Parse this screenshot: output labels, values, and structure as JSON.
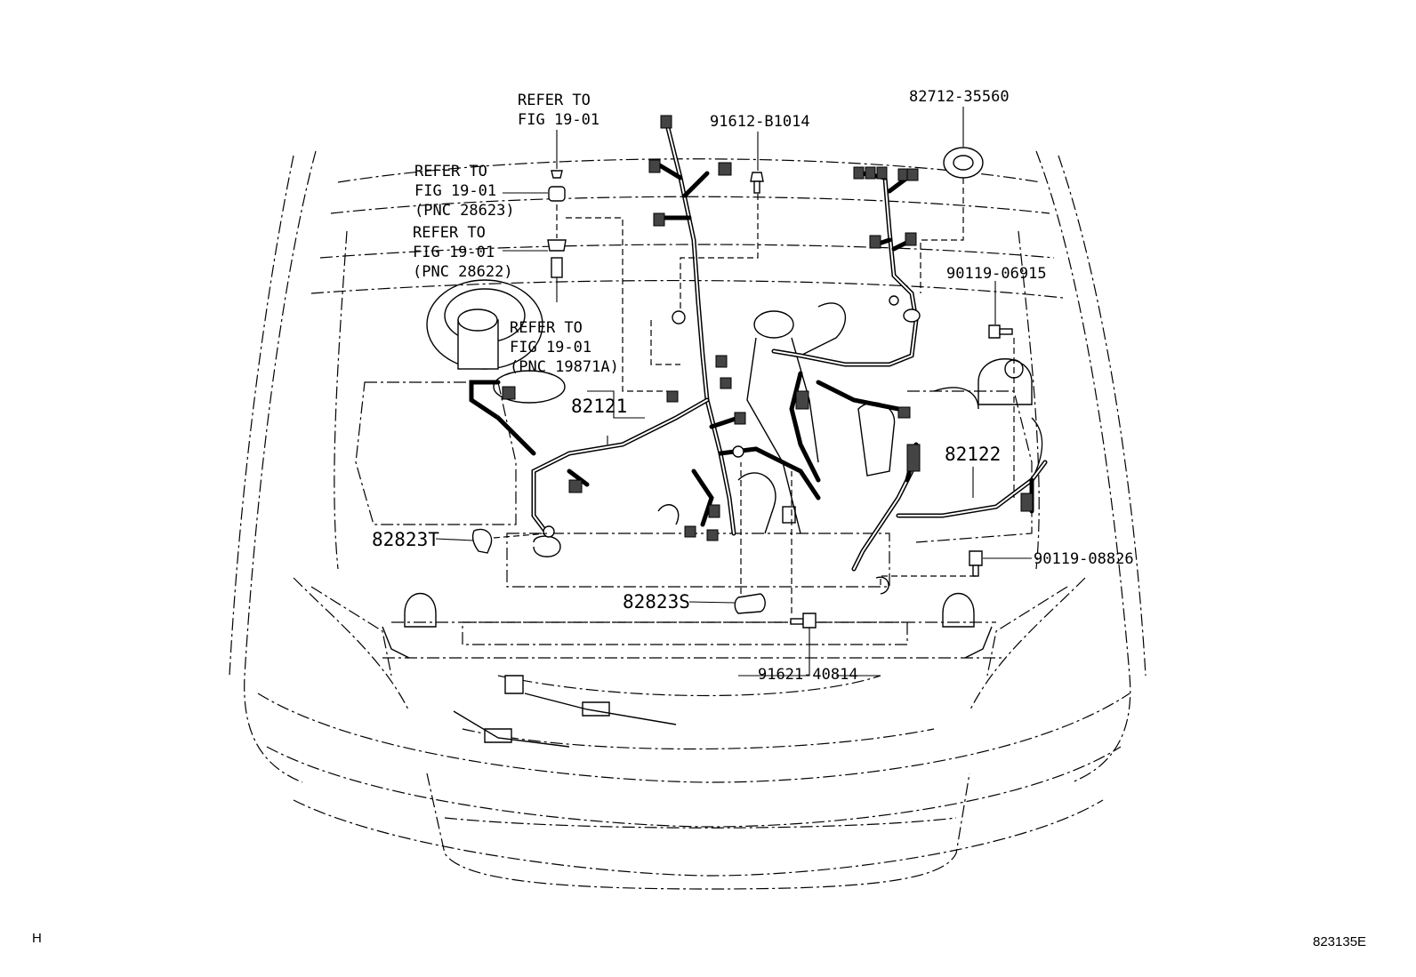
{
  "labels": {
    "refer_top_1": "REFER TO",
    "refer_top_2": "FIG 19-01",
    "refer_28623_1": "REFER TO",
    "refer_28623_2": "FIG 19-01",
    "refer_28623_3": "(PNC 28623)",
    "refer_28622_1": "REFER TO",
    "refer_28622_2": "FIG 19-01",
    "refer_28622_3": "(PNC 28622)",
    "refer_19871_1": "REFER TO",
    "refer_19871_2": "FIG 19-01",
    "refer_19871_3": "(PNC 19871A)",
    "part_91612": "91612-B1014",
    "part_82712": "82712-35560",
    "part_90119_06915": "90119-06915",
    "part_82121": "82121",
    "part_82122": "82122",
    "part_82823T": "82823T",
    "part_90119_08826": "90119-08826",
    "part_82823S": "82823S",
    "part_91621": "91621-40814"
  },
  "corner": {
    "left": "H",
    "right": "823135E"
  },
  "colors": {
    "line": "#000000",
    "background": "#ffffff"
  }
}
